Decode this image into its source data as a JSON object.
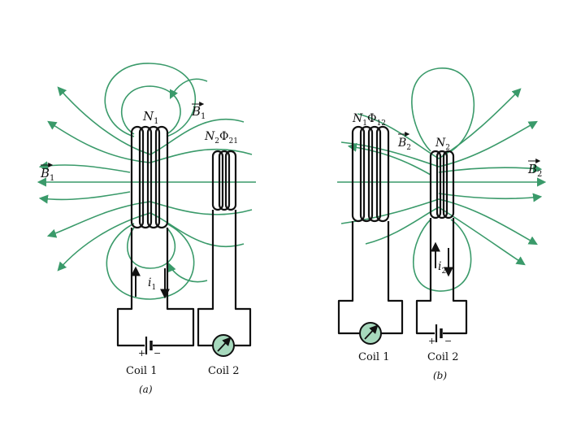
{
  "colors": {
    "field": "#3a9a6a",
    "wire": "#111111",
    "meter_fill": "#a7d9bd",
    "background": "#ffffff"
  },
  "panel_a": {
    "label_N1": "N",
    "sub_N1": "1",
    "label_B_top": "B",
    "sub_B_top": "1",
    "label_B_left": "B",
    "sub_B_left": "1",
    "label_N2_phi": "N",
    "sub_N2_phi_a": "2",
    "phi_symbol": "Φ",
    "sub_N2_phi_b": "21",
    "label_current": "i",
    "sub_current": "1",
    "battery_plus": "+",
    "battery_minus": "−",
    "coil1_label": "Coil 1",
    "coil2_label": "Coil 2",
    "caption": "(a)"
  },
  "panel_b": {
    "label_N1_phi": "N",
    "sub_N1_phi_a": "1",
    "phi_symbol": "Φ",
    "sub_N1_phi_b": "12",
    "label_B_mid": "B",
    "sub_B_mid": "2",
    "label_N2": "N",
    "sub_N2": "2",
    "label_B_right": "B",
    "sub_B_right": "2",
    "label_current": "i",
    "sub_current": "2",
    "battery_plus": "+",
    "battery_minus": "−",
    "coil1_label": "Coil 1",
    "coil2_label": "Coil 2",
    "caption": "(b)"
  },
  "icons": [
    "galvanometer-icon",
    "battery-icon",
    "arrow-icon"
  ]
}
